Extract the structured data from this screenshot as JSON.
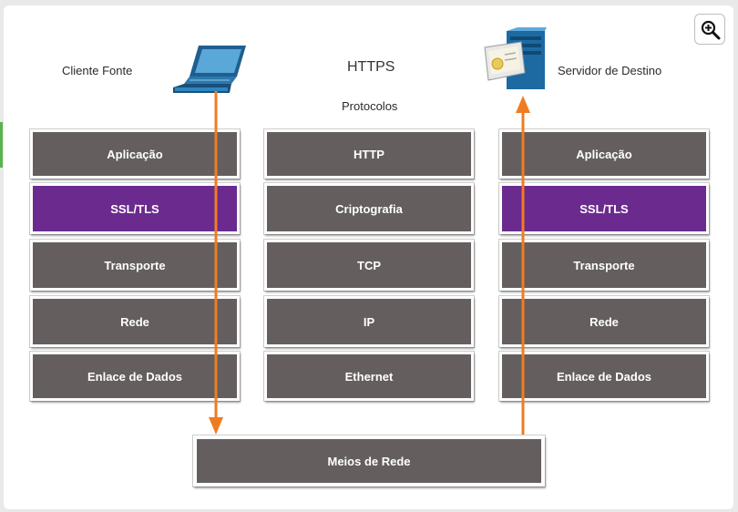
{
  "title": "HTTPS",
  "subtitle": "Protocolos",
  "client_label": "Cliente Fonte",
  "server_label": "Servidor de Destino",
  "left_stack": [
    "Aplicação",
    "SSL/TLS",
    "Transporte",
    "Rede",
    "Enlace de Dados"
  ],
  "middle_stack": [
    "HTTP",
    "Criptografia",
    "TCP",
    "IP",
    "Ethernet"
  ],
  "right_stack": [
    "Aplicação",
    "SSL/TLS",
    "Transporte",
    "Rede",
    "Enlace de Dados"
  ],
  "network_label": "Meios de Rede",
  "icons": {
    "zoom": "zoom-in-icon",
    "client": "laptop-icon",
    "server": "server-icon"
  },
  "colors": {
    "layer": "#645f5e",
    "ssl_layer": "#6b2a8e",
    "arrow": "#f07c22"
  }
}
